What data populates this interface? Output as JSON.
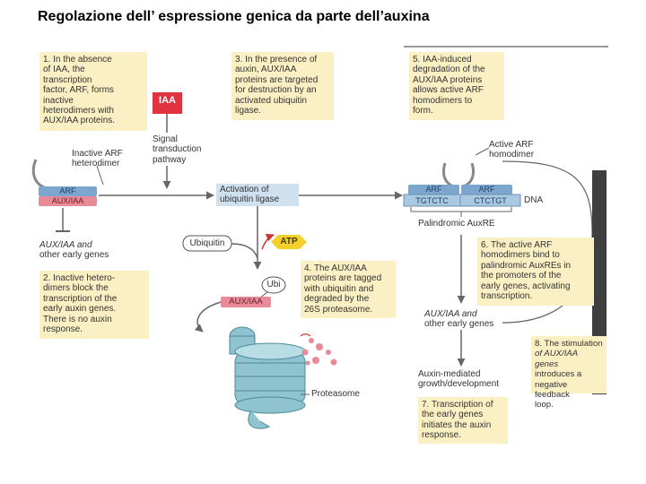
{
  "slide": {
    "title": "Regolazione dell’ espressione genica da parte dell’auxina"
  },
  "steps": {
    "s1": [
      "1. In the absence",
      "of IAA, the",
      "transcription",
      "factor, ARF, forms",
      "inactive",
      "heterodimers with",
      "AUX/IAA proteins."
    ],
    "s2": [
      "2. Inactive hetero-",
      "dimers block the",
      "transcription of the",
      "early auxin genes.",
      "There is no auxin",
      "response."
    ],
    "s3": [
      "3. In the presence of",
      "auxin, AUX/IAA",
      "proteins are targeted",
      "for destruction by an",
      "activated ubiquitin",
      "ligase."
    ],
    "s4": [
      "4. The AUX/IAA",
      "proteins are tagged",
      "with ubiquitin and",
      "degraded by the",
      "26S proteasome."
    ],
    "s5": [
      "5. IAA-induced",
      "degradation of the",
      "AUX/IAA proteins",
      "allows active ARF",
      "homodimers to",
      "form."
    ],
    "s6": [
      "6. The active ARF",
      "homodimers bind to",
      "palindromic AuxREs in",
      "the promoters of the",
      "early genes, activating",
      "transcription."
    ],
    "s7": [
      "7. Transcription of",
      "the early genes",
      "initiates the auxin",
      "response."
    ],
    "s8": [
      "8. The stimulation",
      "of AUX/IAA genes",
      "introduces a",
      "negative feedback",
      "loop."
    ]
  },
  "labels": {
    "iaa": "IAA",
    "signal": [
      "Signal",
      "transduction",
      "pathway"
    ],
    "inactive_arf": [
      "Inactive ARF",
      "heterodimer"
    ],
    "arf": "ARF",
    "aux_iaa": "AUX/IAA",
    "early_genes_left": [
      "AUX/IAA and",
      "other early genes"
    ],
    "activation": [
      "Activation of",
      "ubiquitin ligase"
    ],
    "ubiquitin": "Ubiquitin",
    "atp": "ATP",
    "ubi": "Ubi",
    "aux_iaa_tagged": "AUX/IAA",
    "proteasome": "Proteasome",
    "active_arf": [
      "Active ARF",
      "homodimer"
    ],
    "arf_left": "ARF",
    "arf_right": "ARF",
    "seq_left": "TGTCTC",
    "seq_right": "CTCTGT",
    "dna": "DNA",
    "palindromic": "Palindromic AuxRE",
    "early_genes_right": [
      "AUX/IAA and",
      "other early genes"
    ],
    "auxin_growth": [
      "Auxin-mediated",
      "growth/development"
    ]
  },
  "colors": {
    "step_box": "#fbf0c4",
    "iaa_box": "#e0333f",
    "arf_blue": "#7da6cf",
    "aux_pink": "#e88a98",
    "activation_box": "#cfe0ef",
    "atp_yellow": "#f4d12a",
    "proteasome_teal": "#8fc3cf",
    "dna_blue": "#a9c8e2",
    "arrow_gray": "#777777"
  }
}
